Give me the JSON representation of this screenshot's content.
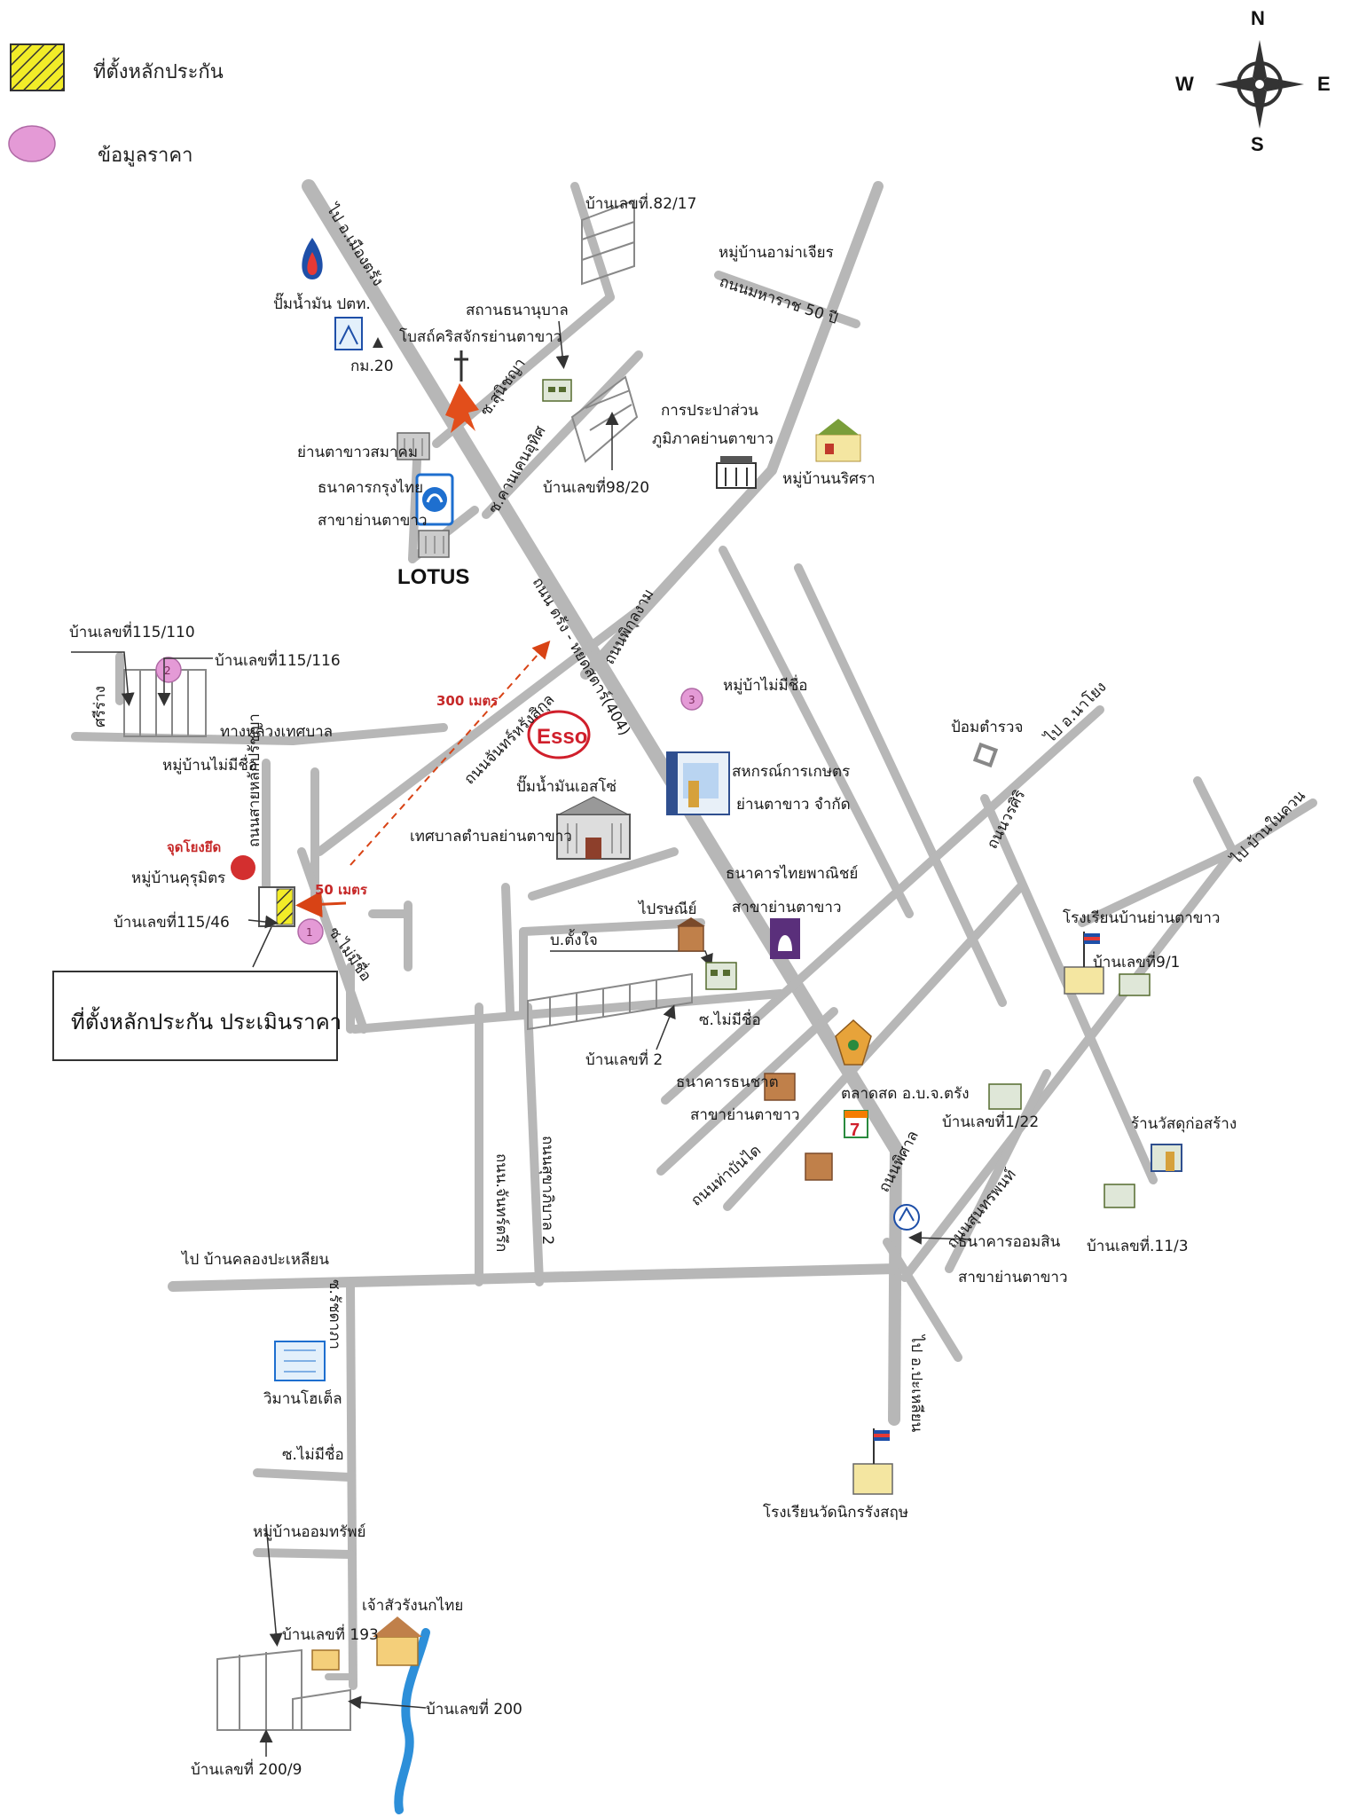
{
  "legend": {
    "collateral": "ที่ตั้งหลักประกัน",
    "price_info": "ข้อมูลราคา"
  },
  "compass": {
    "n": "N",
    "s": "S",
    "e": "E",
    "w": "W"
  },
  "main_box": "ที่ตั้งหลักประกัน  ประเมินราคา",
  "labels": {
    "to_mueang_trang": "ไป อ.เมืองตรัง",
    "house_82_17": "บ้านเลขที่.82/17",
    "moo_ama_chiang": "หมู่บ้านอาม่าเจียร",
    "road_maharaj": "ถนนมหาราช  50 ปี",
    "ptt_station": "ปั๊มน้ำมัน ปตท.",
    "km20": "กม.20",
    "health_station": "สถานธนานุบาล",
    "church": "โบสถ์คริสจักรย่านตาขาว",
    "soi_suchada": "ซ.สุนิชญา",
    "waterworks_1": "การประปาส่วน",
    "waterworks_2": "ภูมิภาคย่านตาขาว",
    "yantakhao_assoc": "ย่านตาขาวสมาคม",
    "krungthai_1": "ธนาคารกรุงไทย",
    "krungthai_2": "สาขาย่านตาขาว",
    "soi_kanen": "ซ.คานเคนอุทิศ",
    "house_98_20": "บ้านเลขที่98/20",
    "moo_narisara": "หมู่บ้านนริศรา",
    "lotus": "LOTUS",
    "road_trang_huay": "ถนน ตรัง - หยดสตาร์(404)",
    "road_phikun": "ถนนพิกุลงาม",
    "house_115_110": "บ้านเลขที่115/110",
    "house_115_116": "บ้านเลขที่115/116",
    "si_rang": "ศรีร่าง",
    "municipal_road": "ทางหลวงเทศบาล",
    "moo_no_name_1": "หมู่บ้านไม่มีชื่อ",
    "dist_300": "300 เมตร",
    "road_chan": "ถนนจันทร์หรังสิกุล",
    "moo_no_name_2": "หมู่บ้าไม่มีชื่อ",
    "esso": "Esso",
    "esso_station": "ปั๊มน้ำมันเอสโซ่",
    "police_box": "ป้อมตำรวจ",
    "to_na_yong": "ไป อ.นาโยง",
    "coop_1": "สหกรณ์การเกษตร",
    "coop_2": "ย่านตาขาว จำกัด",
    "road_warasiri": "ถนนวรศิริ",
    "to_ban_nai_khuan": "ไป บ้านในควน",
    "jud_yong": "จุดโยงยึด",
    "moo_kurumit": "หมู่บ้านคุรุมิตร",
    "municipality": "เทศบาลตำบลย่านตาขาว",
    "road_vertical": "ถนนสายหลักปรัชญา",
    "dist_50": "50 เมตร",
    "house_115_46": "บ้านเลขที่115/46",
    "soi_no_name": "ซ.ไม่มีชื่อ",
    "scb_1": "ธนาคารไทยพาณิชย์",
    "scb_2": "สาขาย่านตาขาว",
    "post_office": "ไปรษณีย์",
    "bo_tangjai": "บ.ตั้งใจ",
    "school_yantakhao": "โรงเรียนบ้านย่านตาขาว",
    "house_9_1": "บ้านเลขที่9/1",
    "soi_no_name_2": "ซ.ไม่มีชื่อ",
    "house_2": "บ้านเลขที่ 2",
    "thanachart_1": "ธนาคารธนชาต",
    "thanachart_2": "สาขาย่านตาขาว",
    "fresh_market": "ตลาดสด อ.บ.จ.ตรัง",
    "house_1_22": "บ้านเลขที่1/22",
    "building_store": "ร้านวัสดุก่อสร้าง",
    "road_nan_sawan": "ถนน.จันทร์ตรึก",
    "road_sukha": "ถนนสุขาภิบาล 2",
    "road_tha_nan": "ถนนท่าบันได",
    "road_phisan": "ถนนพิศาล",
    "road_sunthorn": "ถนนสุนทรพนท์",
    "gsb_1": "ธนาคารออมสิน",
    "gsb_2": "สาขาย่านตาขาว",
    "house_11_3": "บ้านเลขที่.11/3",
    "to_khlong_pa": "ไป บ้านคลองปะเหลียน",
    "soi_ratchada": "ซ.รัชดาภา",
    "wiman_hotel": "วิมานโฮเต็ล",
    "soi_no_name_3": "ซ.ไม่มีชื่อ",
    "to_palian": "ไป อ.ปะเหลียน",
    "school_wat": "โรงเรียนวัดนิกรรังสฤษ",
    "moo_om_sap": "หมู่บ้านออมทรัพย์",
    "bird_nest": "เจ้าสัวรังนกไทย",
    "house_193": "บ้านเลขที่ 193",
    "house_200": "บ้านเลขที่ 200",
    "house_200_9": "บ้านเลขที่ 200/9",
    "seven": "7"
  },
  "pins": [
    "1",
    "2",
    "3"
  ],
  "colors": {
    "road": "#b7b7b7",
    "collateral_fill": "#f2ec28",
    "price_pin": "#e49ad6",
    "anchor_red": "#d32f2f",
    "distance_arrow": "#d84315",
    "river": "#2d8fd9"
  }
}
